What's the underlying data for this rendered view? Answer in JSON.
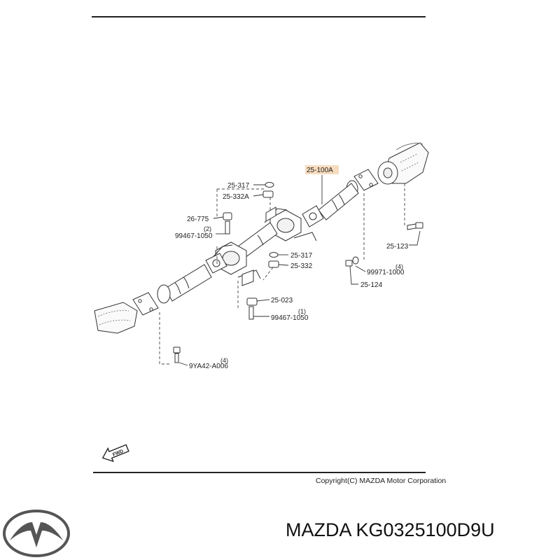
{
  "diagram": {
    "highlight_label": "25-100A",
    "labels": [
      {
        "id": "p1",
        "text": "25-317"
      },
      {
        "id": "p2",
        "text": "25-332A"
      },
      {
        "id": "p3",
        "text": "26-775"
      },
      {
        "id": "p4",
        "text": "99467-1050"
      },
      {
        "id": "p5",
        "text": "25-317"
      },
      {
        "id": "p6",
        "text": "25-332"
      },
      {
        "id": "p7",
        "text": "25-023"
      },
      {
        "id": "p8",
        "text": "99467-1050"
      },
      {
        "id": "p9",
        "text": "9YA42-A006"
      },
      {
        "id": "p10",
        "text": "99971-1000"
      },
      {
        "id": "p11",
        "text": "25-124"
      },
      {
        "id": "p12",
        "text": "25-123"
      }
    ],
    "quantities": [
      {
        "id": "q1",
        "text": "(2)"
      },
      {
        "id": "q2",
        "text": "(1)"
      },
      {
        "id": "q3",
        "text": "(4)"
      },
      {
        "id": "q4",
        "text": "(4)"
      }
    ],
    "fwd_label": "FWD",
    "copyright": "Copyright(C) MAZDA Motor Corporation"
  },
  "part_title": "MAZDA KG0325100D9U",
  "brand_logo": "mazda-logo",
  "colors": {
    "highlight_bg": "#f7dcbf",
    "ink": "#222222"
  }
}
